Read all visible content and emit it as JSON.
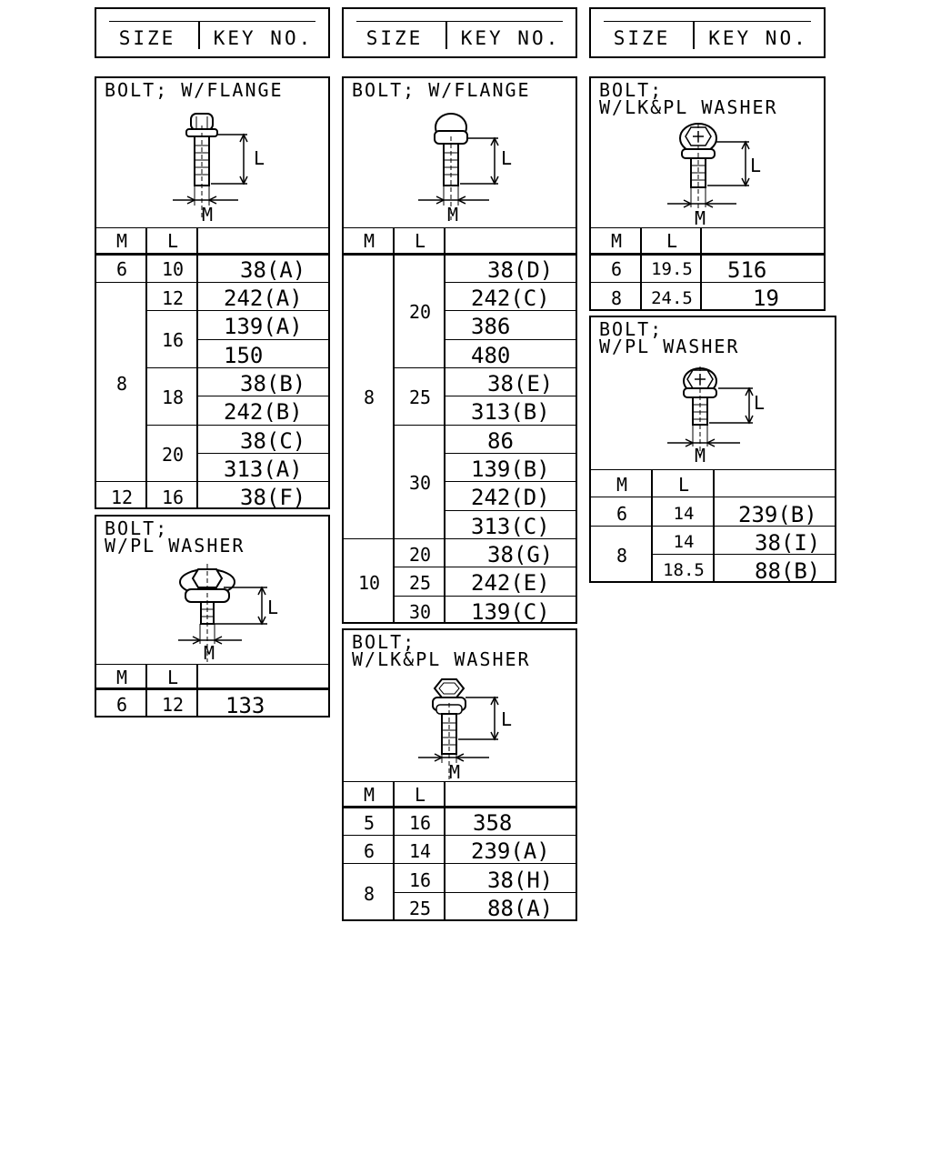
{
  "header": {
    "size_label": "SIZE",
    "key_label": "KEY NO."
  },
  "col_labels": {
    "m": "M",
    "l": "L"
  },
  "dim_labels": {
    "l": "L",
    "m": "M"
  },
  "sections": {
    "a": {
      "title": "BOLT; W/FLANGE",
      "rows": [
        [
          "6",
          "10",
          "38(A)"
        ],
        [
          "",
          "12",
          "242(A)"
        ],
        [
          "",
          "16",
          "139(A)"
        ],
        [
          "",
          "",
          "150"
        ],
        [
          "8",
          "18",
          "38(B)"
        ],
        [
          "",
          "",
          "242(B)"
        ],
        [
          "",
          "20",
          "38(C)"
        ],
        [
          "",
          "",
          "313(A)"
        ],
        [
          "12",
          "16",
          "38(F)"
        ]
      ]
    },
    "b": {
      "title": "BOLT;\nW/PL WASHER",
      "rows": [
        [
          "6",
          "12",
          "133"
        ]
      ]
    },
    "c": {
      "title": "BOLT; W/FLANGE",
      "rows": [
        [
          "",
          "",
          "38(D)"
        ],
        [
          "",
          "20",
          "242(C)"
        ],
        [
          "",
          "",
          "386"
        ],
        [
          "",
          "",
          "480"
        ],
        [
          "8",
          "25",
          "38(E)"
        ],
        [
          "",
          "",
          "313(B)"
        ],
        [
          "",
          "",
          "86"
        ],
        [
          "",
          "30",
          "139(B)"
        ],
        [
          "",
          "",
          "242(D)"
        ],
        [
          "",
          "",
          "313(C)"
        ],
        [
          "",
          "20",
          "38(G)"
        ],
        [
          "10",
          "25",
          "242(E)"
        ],
        [
          "",
          "30",
          "139(C)"
        ]
      ]
    },
    "d": {
      "title": "BOLT;\nW/LK&PL WASHER",
      "rows": [
        [
          "5",
          "16",
          "358"
        ],
        [
          "6",
          "14",
          "239(A)"
        ],
        [
          "8",
          "16",
          "38(H)"
        ],
        [
          "",
          "25",
          "88(A)"
        ]
      ]
    },
    "e": {
      "title": "BOLT;\nW/LK&PL WASHER",
      "rows": [
        [
          "6",
          "19.5",
          "516"
        ],
        [
          "8",
          "24.5",
          "19"
        ]
      ]
    },
    "f": {
      "title": "BOLT;\nW/PL WASHER",
      "rows": [
        [
          "6",
          "14",
          "239(B)"
        ],
        [
          "8",
          "14",
          "38(I)"
        ],
        [
          "",
          "18.5",
          "88(B)"
        ]
      ]
    }
  }
}
